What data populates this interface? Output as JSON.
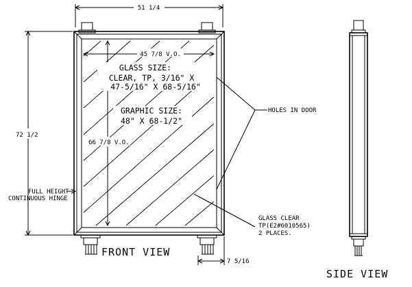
{
  "front_view": {
    "overall_width": "51 1/4",
    "overall_height": "72 1/2",
    "vo_width": "45 7/8 V.O.",
    "vo_height": "66 7/8 V.O.",
    "glass_size_title": "GLASS SIZE:",
    "glass_size_line1": "CLEAR, TP, 3/16\" X",
    "glass_size_line2": "47-5/16\" X 68-5/16\"",
    "graphic_size_title": "GRAPHIC SIZE:",
    "graphic_size_line1": "48\" X 68-1/2\"",
    "hinge_line1": "FULL HEIGHT",
    "hinge_line2": "CONTINUOUS HINGE",
    "holes_label": "HOLES IN DOOR",
    "glass_clear_line1": "GLASS CLEAR",
    "glass_clear_line2": "TP(E2#6010565)",
    "glass_clear_line3": "2 PLACES.",
    "hinge_offset": "7 5/16",
    "title": "FRONT VIEW"
  },
  "side_view": {
    "title": "SIDE VIEW"
  }
}
